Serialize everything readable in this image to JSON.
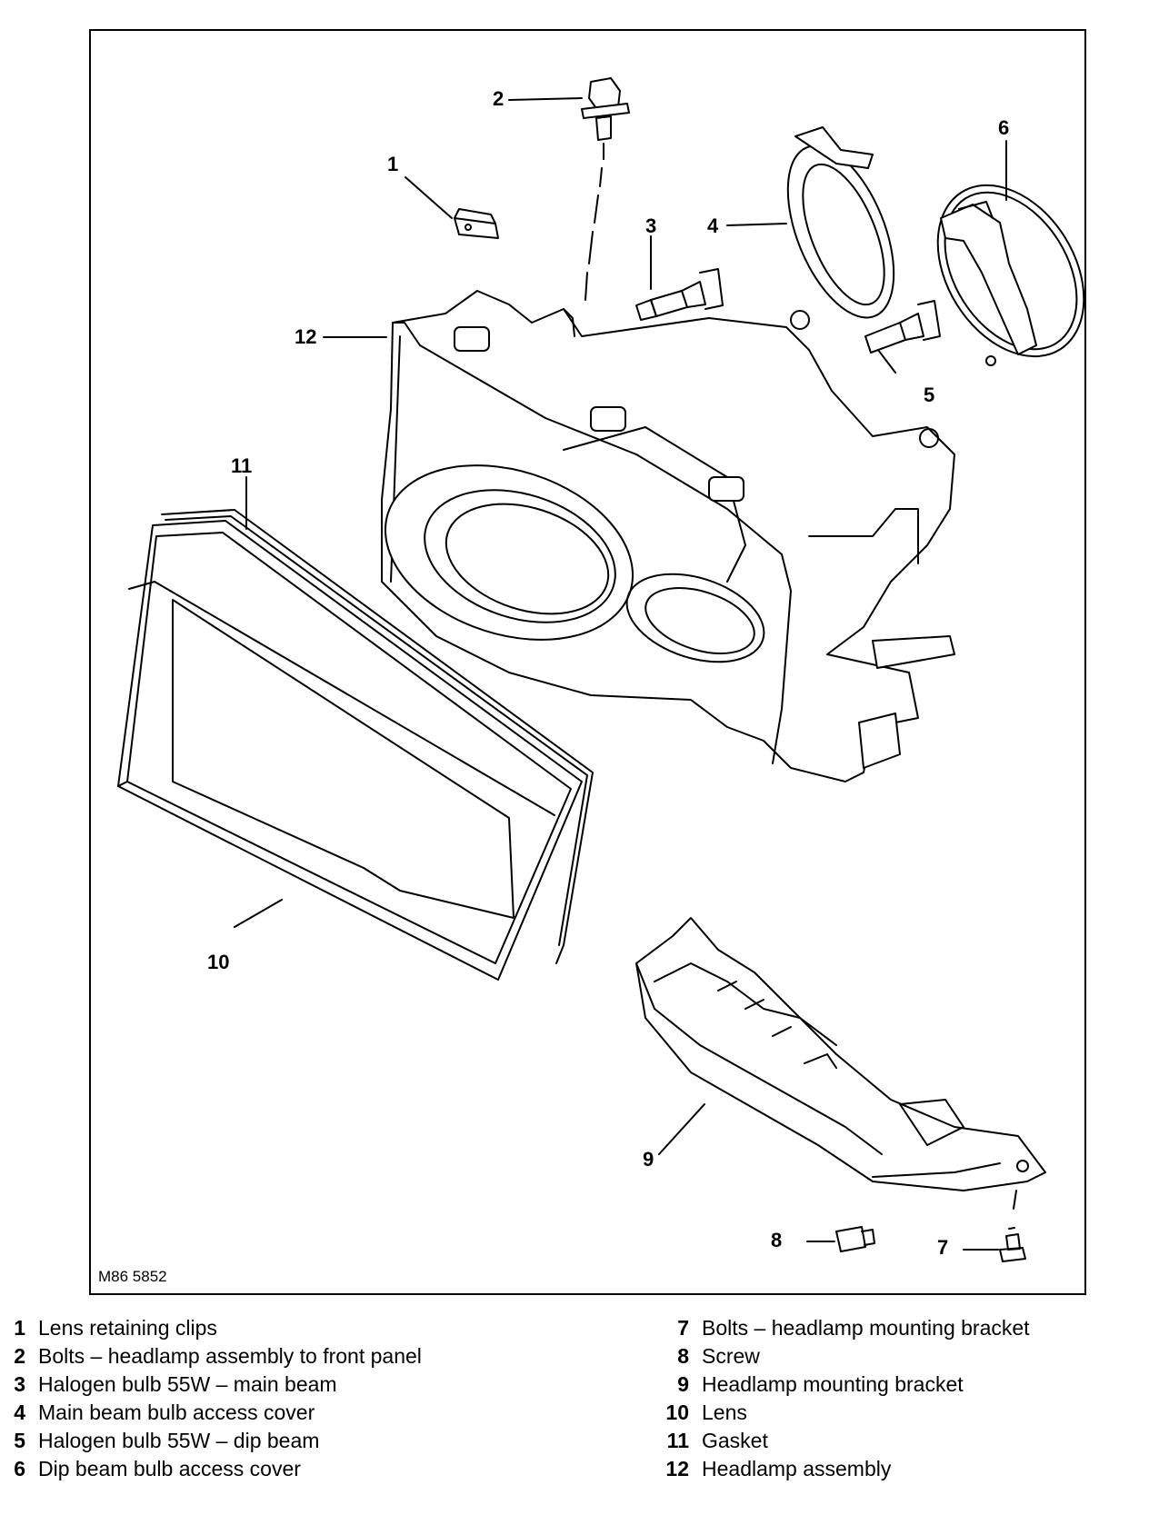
{
  "figure": {
    "reference": "M86 5852",
    "callouts": [
      "1",
      "2",
      "3",
      "4",
      "5",
      "6",
      "7",
      "8",
      "9",
      "10",
      "11",
      "12"
    ]
  },
  "legend": {
    "left": [
      {
        "num": "1",
        "text": "Lens retaining clips"
      },
      {
        "num": "2",
        "text": "Bolts – headlamp assembly to front panel"
      },
      {
        "num": "3",
        "text": "Halogen bulb 55W – main beam"
      },
      {
        "num": "4",
        "text": "Main beam bulb access cover"
      },
      {
        "num": "5",
        "text": "Halogen bulb 55W – dip beam"
      },
      {
        "num": "6",
        "text": "Dip beam bulb access cover"
      }
    ],
    "right": [
      {
        "num": "7",
        "text": "Bolts – headlamp mounting bracket"
      },
      {
        "num": "8",
        "text": "Screw"
      },
      {
        "num": "9",
        "text": "Headlamp mounting bracket"
      },
      {
        "num": "10",
        "text": "Lens"
      },
      {
        "num": "11",
        "text": "Gasket"
      },
      {
        "num": "12",
        "text": "Headlamp assembly"
      }
    ]
  }
}
